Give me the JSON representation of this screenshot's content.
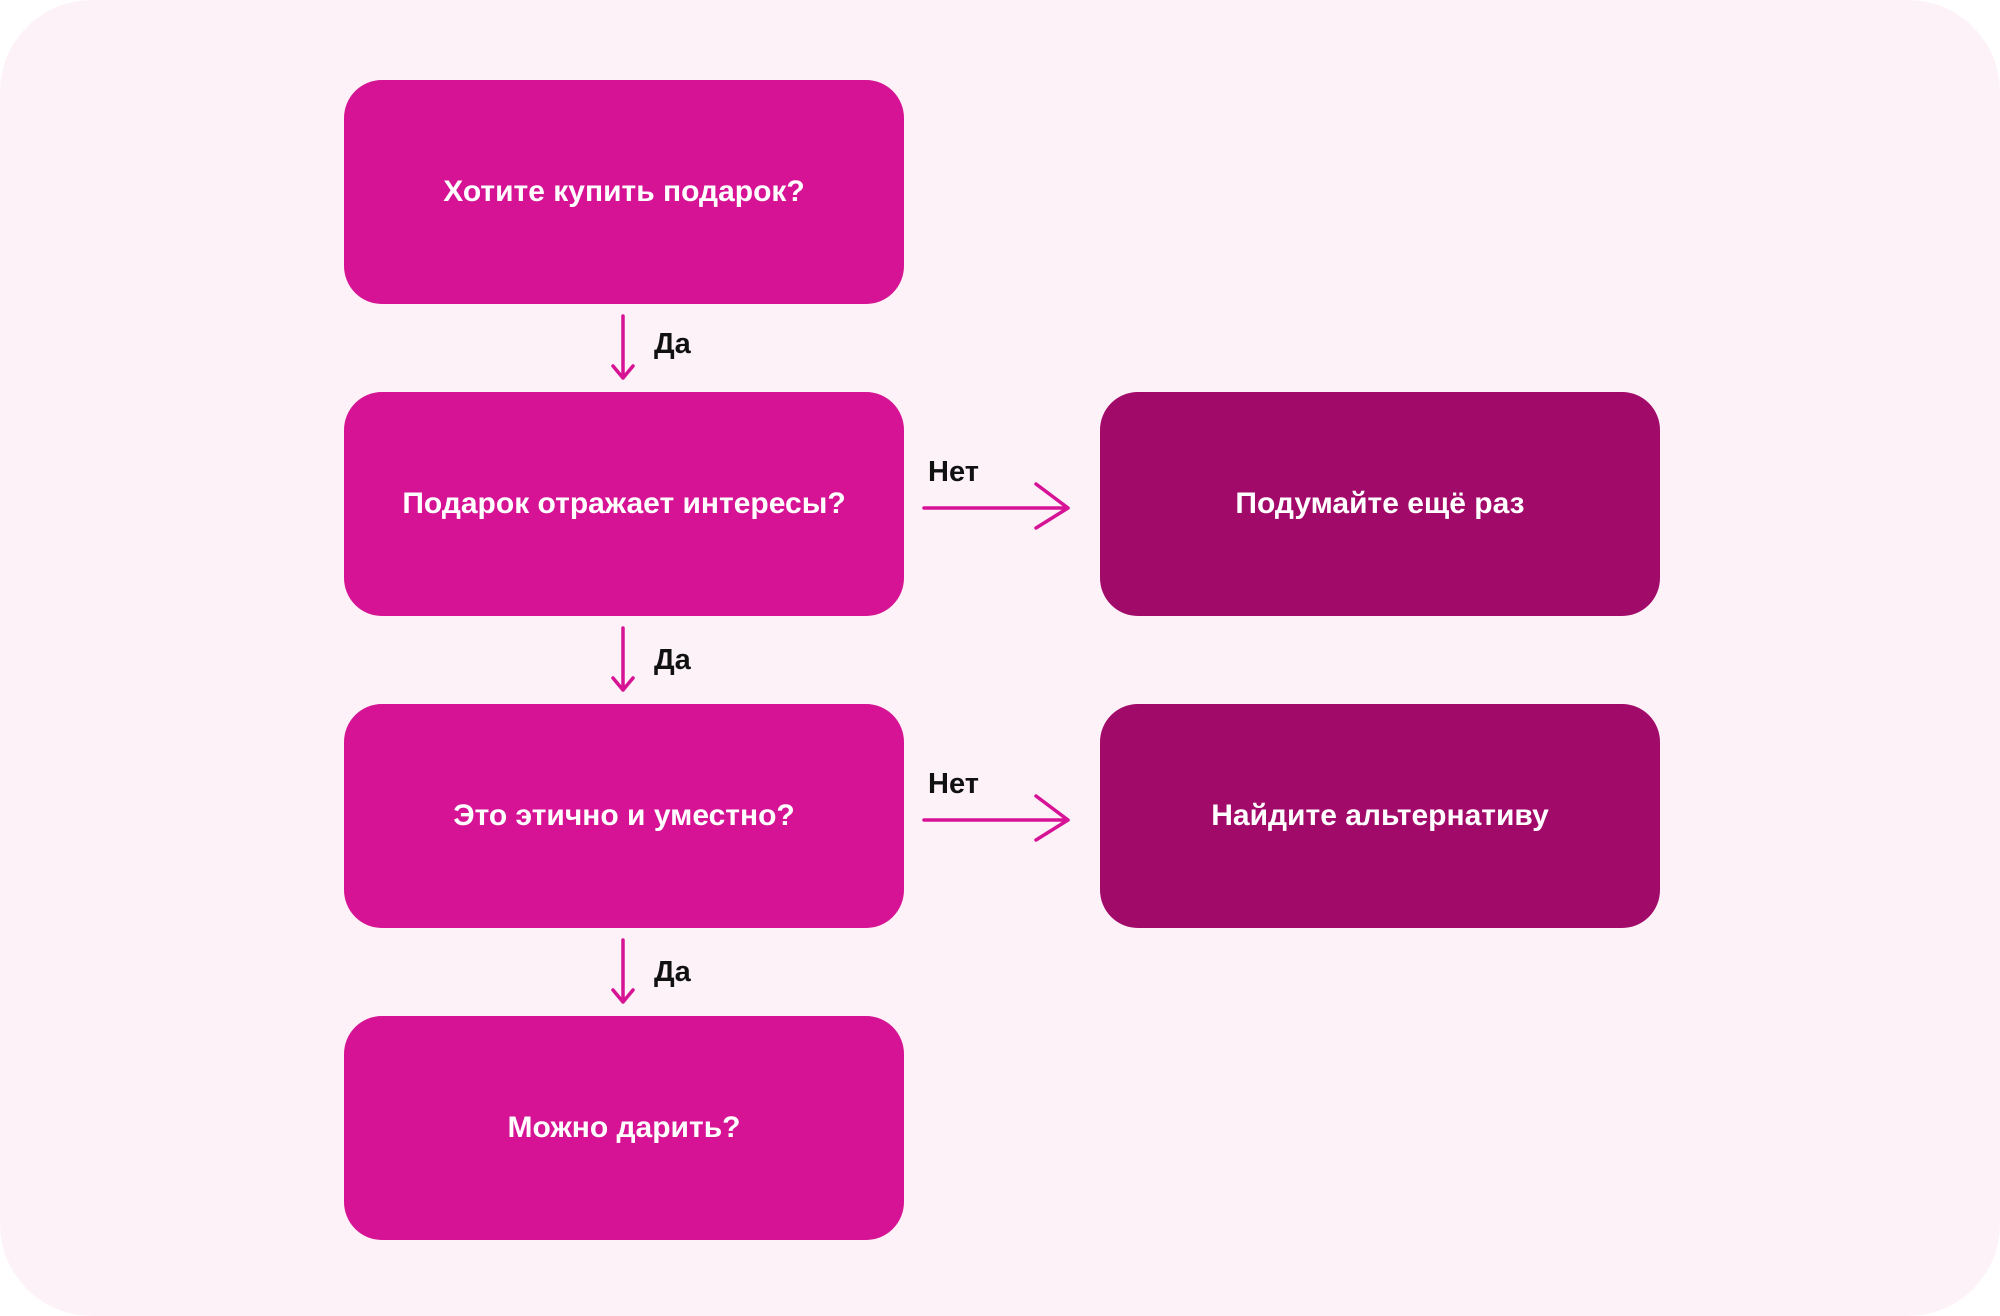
{
  "flowchart": {
    "nodes": {
      "q1": "Хотите купить подарок?",
      "q2": "Подарок отражает интересы?",
      "q3": "Это этично и уместно?",
      "q4": "Можно дарить?",
      "r1": "Подумайте ещё раз",
      "r2": "Найдите альтернативу"
    },
    "edges": {
      "yes": "Да",
      "no": "Нет"
    }
  },
  "colors": {
    "background": "#fdf2f8",
    "primary_box": "#d61395",
    "secondary_box": "#a20a6a",
    "arrow": "#d61395",
    "label_text": "#111111"
  }
}
